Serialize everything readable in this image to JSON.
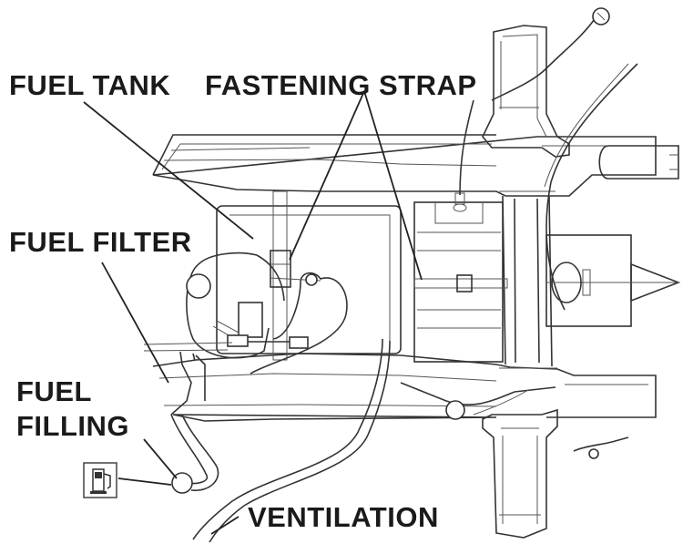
{
  "labels": {
    "fuel_tank": "FUEL TANK",
    "fastening_strap": "FASTENING STRAP",
    "fuel_filter": "FUEL FILTER",
    "fuel_filling_line1": "FUEL",
    "fuel_filling_line2": "FILLING",
    "ventilation": "VENTILATION"
  },
  "icons": {
    "fuel_pump": "fuel-pump-icon"
  }
}
